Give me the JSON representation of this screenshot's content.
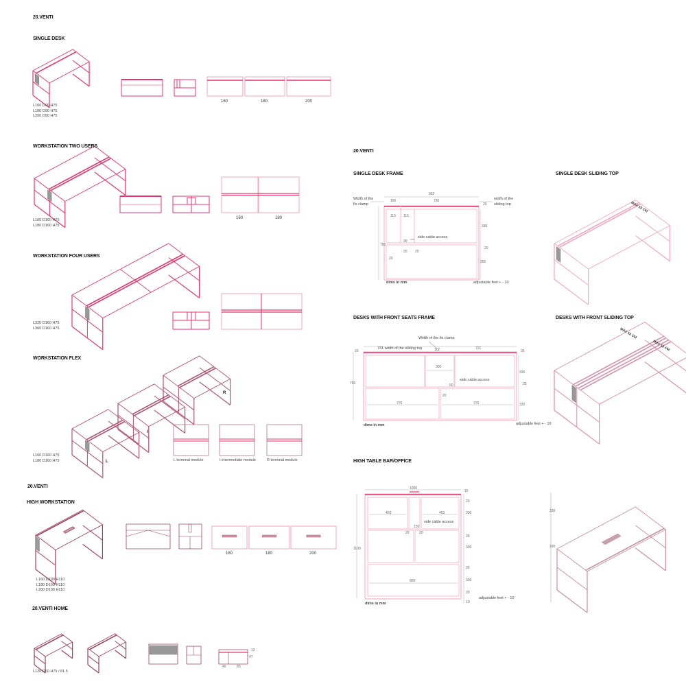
{
  "colors": {
    "accent": "#e6336b",
    "light": "#f2a7bf",
    "fill": "#999999"
  },
  "left": {
    "brand": "20.VENTI",
    "single_desk": {
      "title": "SINGLE DESK",
      "sizes": [
        "160",
        "180",
        "200"
      ],
      "specs": [
        "L160 D90 H75",
        "L180 D90 H75",
        "L200 D90 H75"
      ]
    },
    "two_users": {
      "title": "WORKSTATION TWO USERS",
      "sizes": [
        "160",
        "180"
      ],
      "specs": [
        "L160 D160 H75",
        "L180 D160 H75"
      ]
    },
    "four_users": {
      "title": "WORKSTATION FOUR USERS",
      "specs": [
        "L320 D160 H75",
        "L360 D160 H75"
      ]
    },
    "flex": {
      "title": "WORKSTATION FLEX",
      "markers": [
        "L",
        "I",
        "R"
      ],
      "modules": [
        "L terminal module",
        "I intermediate module",
        "R terminal module"
      ],
      "specs": [
        "L160 D160 H75",
        "L180 D160 H75"
      ]
    },
    "brand2": "20.VENTI",
    "high": {
      "title": "HIGH WORKSTATION",
      "sizes": [
        "160",
        "180",
        "200"
      ],
      "specs": [
        "L160 D100 H110",
        "L180 D100 H110",
        "L200 D100 H110"
      ]
    },
    "home": {
      "title": "20.VENTI HOME",
      "dims": [
        "13",
        "47",
        "40",
        "80"
      ],
      "specs": [
        "L120 D60 H75 / 81.5"
      ]
    }
  },
  "right": {
    "brand": "20.VENTI",
    "single_frame": {
      "title": "SINGLE DESK FRAME",
      "clamp": "Width of the\nfix clamp",
      "sliding": "width of the\nsliding top",
      "dims": [
        "902",
        "156",
        "730",
        "20",
        "115",
        "115",
        "330",
        "30",
        "20",
        "750",
        "20",
        "20",
        "20",
        "355"
      ],
      "cable": "side cable access",
      "units": "dims in mm",
      "feet": "adjustable feet + - 10"
    },
    "single_sliding": {
      "title": "SINGLE DESK SLIDING TOP",
      "max": "MAX 10 CM"
    },
    "front_frame": {
      "title": "DESKS WITH FRONT SEATS FRAME",
      "clamp": "Width of the fix clamp",
      "sliding": "731 width of the sliding top",
      "dims": [
        "112",
        "731",
        "20",
        "25",
        "300",
        "330",
        "50",
        "25",
        "750",
        "20",
        "770",
        "770",
        "330"
      ],
      "cable": "side cable access",
      "units": "dims in mm",
      "feet": "adjustable feet + - 10"
    },
    "front_sliding": {
      "title": "DESKS WITH FRONT SLIDING TOP",
      "max": [
        "MAX 10 CM",
        "MAX 10 CM"
      ]
    },
    "high_table": {
      "title": "HIGH TABLE BAR/OFFICE",
      "dims": [
        "1000",
        "403",
        "403",
        "15",
        "20",
        "330",
        "150",
        "20",
        "20",
        "20",
        "330",
        "1100",
        "960",
        "20",
        "330",
        "20",
        "10"
      ],
      "cable": "side cable access",
      "units": "dims in mm",
      "feet": "adjustable feet + - 10",
      "iso_dims": [
        "330",
        "330"
      ]
    }
  }
}
